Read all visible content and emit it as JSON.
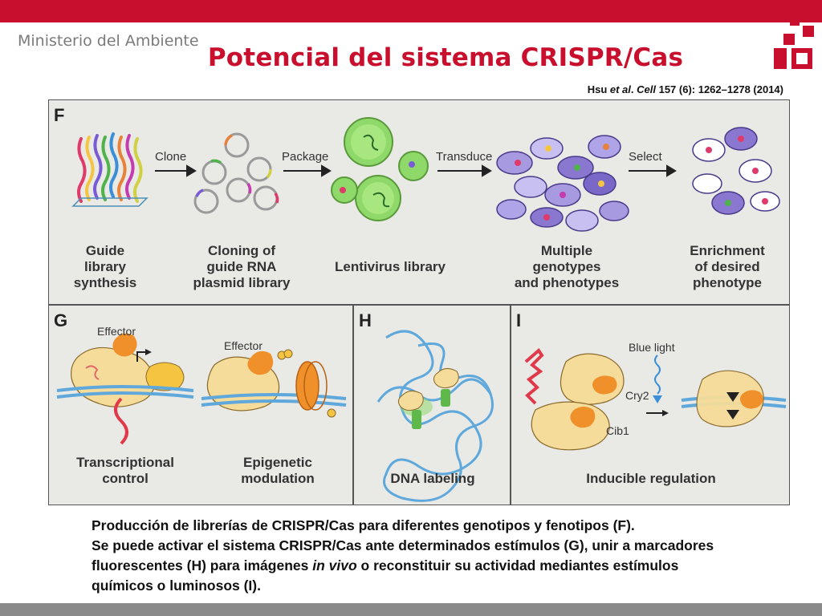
{
  "header": {
    "ministry": "Ministerio del Ambiente",
    "title": "Potencial del sistema CRISPR/Cas",
    "citation": {
      "author": "Hsu ",
      "etal": "et al",
      "dot": ". ",
      "journal": "Cell",
      "rest": " 157 (6): 1262–1278 (2014)"
    }
  },
  "figure": {
    "F": {
      "label": "F",
      "arrows": [
        "Clone",
        "Package",
        "Transduce",
        "Select"
      ],
      "captions": [
        [
          "Guide",
          "library",
          "synthesis"
        ],
        [
          "Cloning of",
          "guide RNA",
          "plasmid library"
        ],
        [
          "Lentivirus library"
        ],
        [
          "Multiple",
          "genotypes",
          "and phenotypes"
        ],
        [
          "Enrichment",
          "of desired",
          "phenotype"
        ]
      ]
    },
    "G": {
      "label": "G",
      "effector1": "Effector",
      "effector2": "Effector",
      "captions": [
        [
          "Transcriptional",
          "control"
        ],
        [
          "Epigenetic",
          "modulation"
        ]
      ]
    },
    "H": {
      "label": "H",
      "caption": "DNA labeling"
    },
    "I": {
      "label": "I",
      "blue_light": "Blue light",
      "cry2": "Cry2",
      "cib1": "Cib1",
      "caption": "Inducible regulation"
    }
  },
  "description": {
    "line1": "Producción de librerías de CRISPR/Cas para diferentes genotipos y fenotipos (F).",
    "line2": "Se puede activar el sistema CRISPR/Cas ante determinados estímulos (G), unir a marcadores",
    "line3a": "fluorescentes (H) para imágenes ",
    "line3b": "in vivo",
    "line3c": " o reconstituir su actividad mediantes estímulos",
    "line4": "químicos o luminosos (I)."
  },
  "colors": {
    "brand_red": "#c8102e",
    "panel_bg": "#e9e9e6",
    "dna_blue": "#5fa8dc",
    "protein_yellow": "#f6dc9a",
    "effector_orange": "#f0902a",
    "green": "#5fb84a"
  }
}
